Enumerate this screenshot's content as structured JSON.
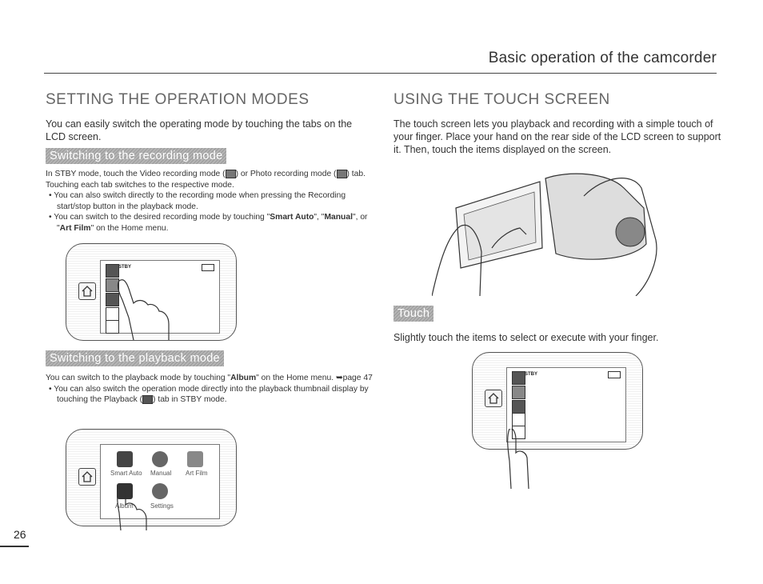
{
  "header": {
    "title": "Basic operation of the camcorder"
  },
  "left": {
    "heading": "SETTING THE OPERATION MODES",
    "intro": "You can easily switch the operating mode by touching the tabs on the LCD screen.",
    "rec_banner": "Switching to the recording mode",
    "rec_text_1": "In STBY mode, touch the Video recording mode (",
    "rec_text_2": ") or Photo recording mode (",
    "rec_text_3": ") tab. Touching each tab switches to the respective mode.",
    "rec_bullet_1": "You can also switch directly to the recording mode when pressing the Recording start/stop button in the playback mode.",
    "rec_bullet_2_a": "You can switch to the desired recording mode by touching \"",
    "rec_bullet_2_smart": "Smart Auto",
    "rec_bullet_2_b": "\", \"",
    "rec_bullet_2_manual": "Manual",
    "rec_bullet_2_c": "\", or \"",
    "rec_bullet_2_art": "Art Film",
    "rec_bullet_2_d": "\" on the Home menu.",
    "lcd1_status": "STBY",
    "play_banner": "Switching to the playback mode",
    "play_text_a": "You can switch to the playback mode by touching \"",
    "play_text_album": "Album",
    "play_text_b": "\" on the Home menu.",
    "play_text_ref": "➥page 47",
    "play_bullet_a": "You can also switch the operation mode directly into the playback thumbnail display by touching the Playback (",
    "play_bullet_b": ") tab in STBY mode.",
    "home_menu": {
      "items": [
        "Smart Auto",
        "Manual",
        "Art Film",
        "Album",
        "Settings"
      ]
    }
  },
  "right": {
    "heading": "USING THE TOUCH SCREEN",
    "intro": "The touch screen lets you playback and recording with a simple touch of your finger. Place your hand on the rear side of the LCD screen to support it. Then, touch the items displayed on the screen.",
    "touch_banner": "Touch",
    "touch_text": "Slightly touch the items to select or execute with your finger.",
    "lcd_status": "STBY"
  },
  "page_number": "26"
}
